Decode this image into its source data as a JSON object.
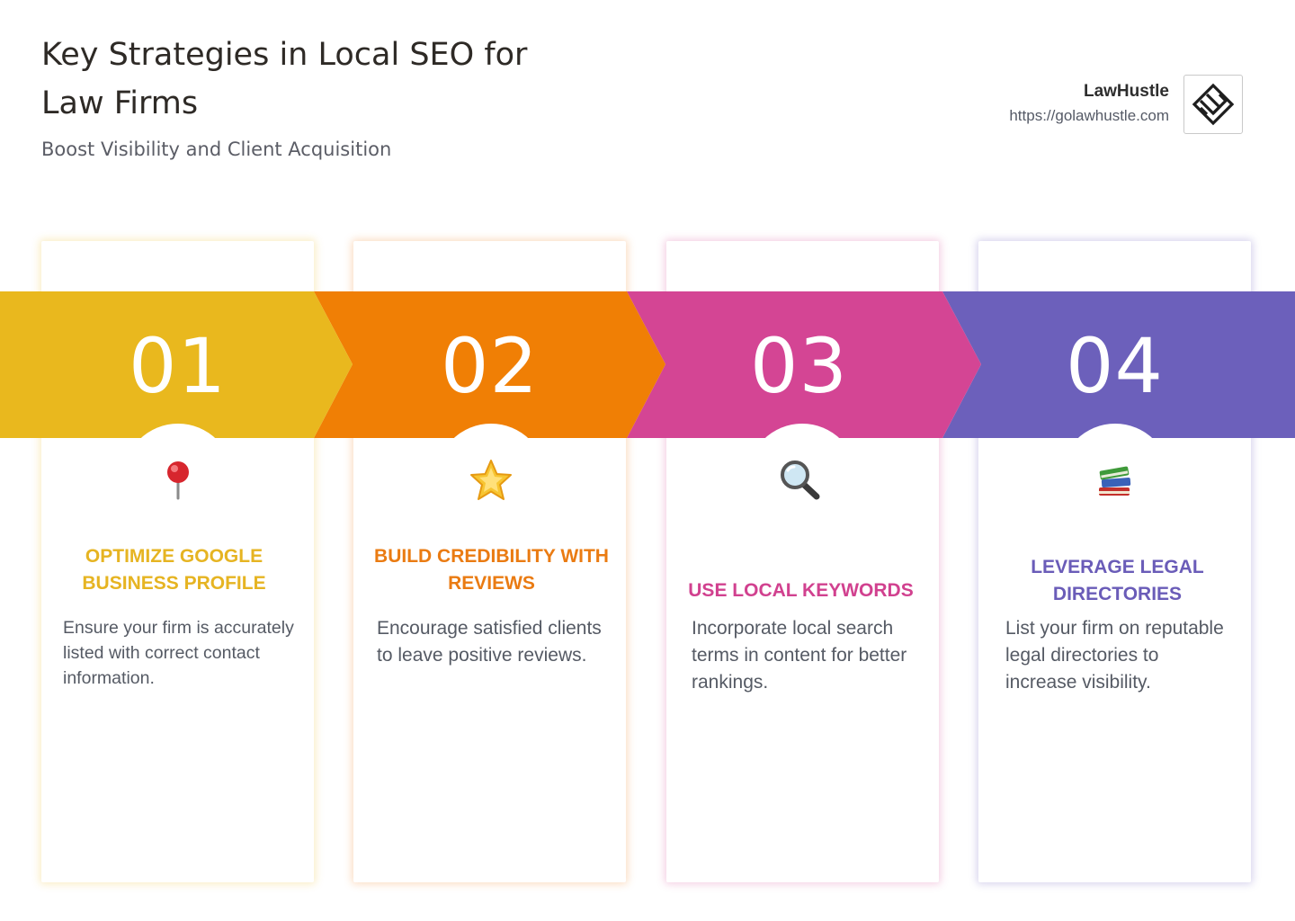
{
  "header": {
    "title": "Key Strategies in Local SEO for Law Firms",
    "subtitle": "Boost Visibility and Client Acquisition"
  },
  "brand": {
    "name": "LawHustle",
    "url": "https://golawhustle.com",
    "logo_icon": "lawhustle-logo-icon"
  },
  "steps": [
    {
      "number": "01",
      "icon": "round-pushpin-icon",
      "title": "OPTIMIZE GOOGLE BUSINESS PROFILE",
      "text": "Ensure your firm is accurately listed with correct contact information.",
      "color": "#e9b81e"
    },
    {
      "number": "02",
      "icon": "star-icon",
      "title": "BUILD CREDIBILITY WITH REVIEWS",
      "text": "Encourage satisfied clients to leave positive reviews.",
      "color": "#f07f05"
    },
    {
      "number": "03",
      "icon": "magnifying-glass-icon",
      "title": "USE LOCAL KEYWORDS",
      "text": "Incorporate local search terms in content for better rankings.",
      "color": "#d44594"
    },
    {
      "number": "04",
      "icon": "books-icon",
      "title": "LEVERAGE LEGAL DIRECTORIES",
      "text": "List your firm on reputable legal directories to increase visibility.",
      "color": "#6c60bb"
    }
  ]
}
